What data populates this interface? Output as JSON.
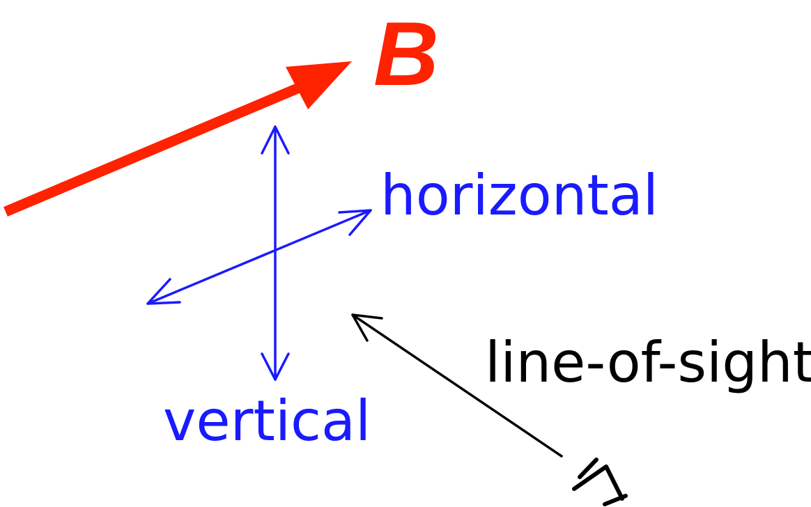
{
  "colors": {
    "field": "#ff2200",
    "polarization": "#1a1aff",
    "sight": "#000000",
    "background": "#ffffff"
  },
  "labels": {
    "field": "B",
    "horizontal": "horizontal",
    "vertical": "vertical",
    "sight": "line-of-sight"
  },
  "icons": {
    "observer": "eye-icon"
  }
}
